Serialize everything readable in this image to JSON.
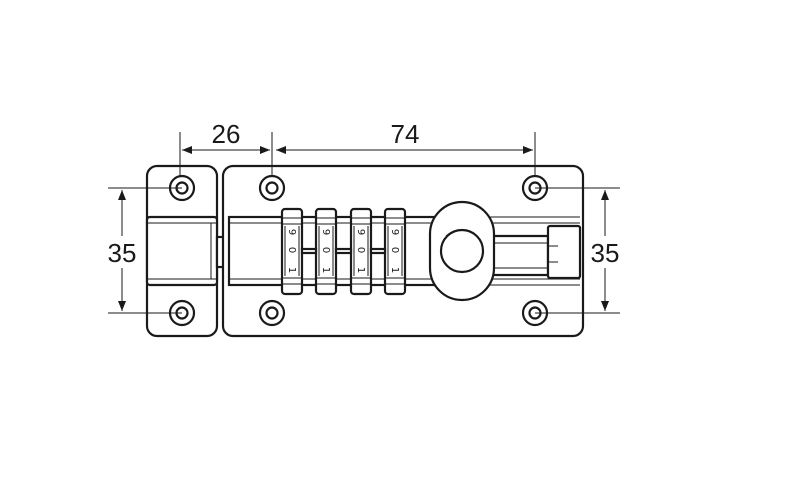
{
  "dimensions": {
    "top_left": "26",
    "top_right": "74",
    "left_height": "35",
    "right_height": "35"
  },
  "dials": [
    {
      "digits": [
        "9",
        "0",
        "1"
      ]
    },
    {
      "digits": [
        "9",
        "0",
        "1"
      ]
    },
    {
      "digits": [
        "9",
        "0",
        "1"
      ]
    },
    {
      "digits": [
        "9",
        "0",
        "1"
      ]
    }
  ]
}
